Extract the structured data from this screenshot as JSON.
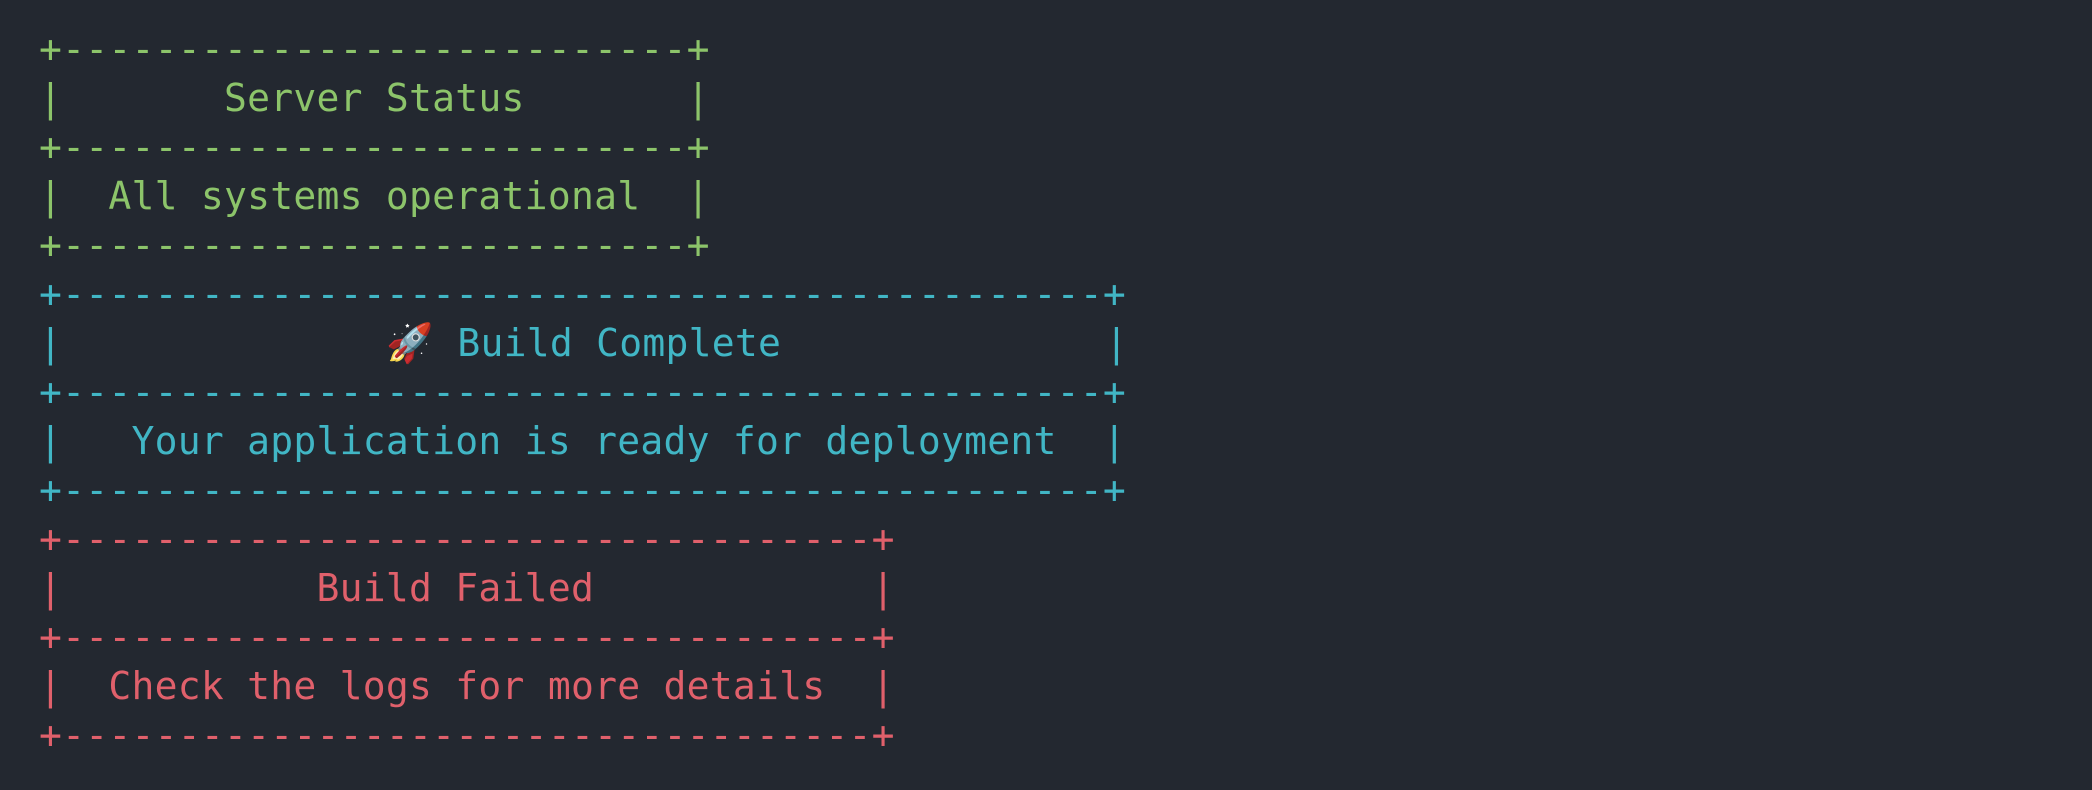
{
  "page": {
    "background": "#232830",
    "kind": "terminal-ascii-status-output"
  },
  "terminal": {
    "boxes": [
      {
        "name": "server-status-box",
        "color": "#8cc46a",
        "status": "success",
        "title": "Server Status",
        "message": "All systems operational",
        "lines": [
          "+---------------------------+",
          "|       Server Status       |",
          "+---------------------------+",
          "|  All systems operational  |",
          "+---------------------------+"
        ]
      },
      {
        "name": "build-complete-box",
        "color": "#41b6c5",
        "status": "info",
        "emoji": "🚀",
        "emoji_name": "rocket-emoji-icon",
        "title": "🚀 Build Complete",
        "message": "Your application is ready for deployment",
        "lines": [
          "+---------------------------------------------+",
          "|              🚀 Build Complete              |",
          "+---------------------------------------------+",
          "|   Your application is ready for deployment  |",
          "+---------------------------------------------+"
        ]
      },
      {
        "name": "build-failed-box",
        "color": "#e0606b",
        "status": "error",
        "title": "Build Failed",
        "message": "Check the logs for more details",
        "lines": [
          "+-----------------------------------+",
          "|           Build Failed            |",
          "+-----------------------------------+",
          "|  Check the logs for more details  |",
          "+-----------------------------------+"
        ]
      }
    ]
  }
}
